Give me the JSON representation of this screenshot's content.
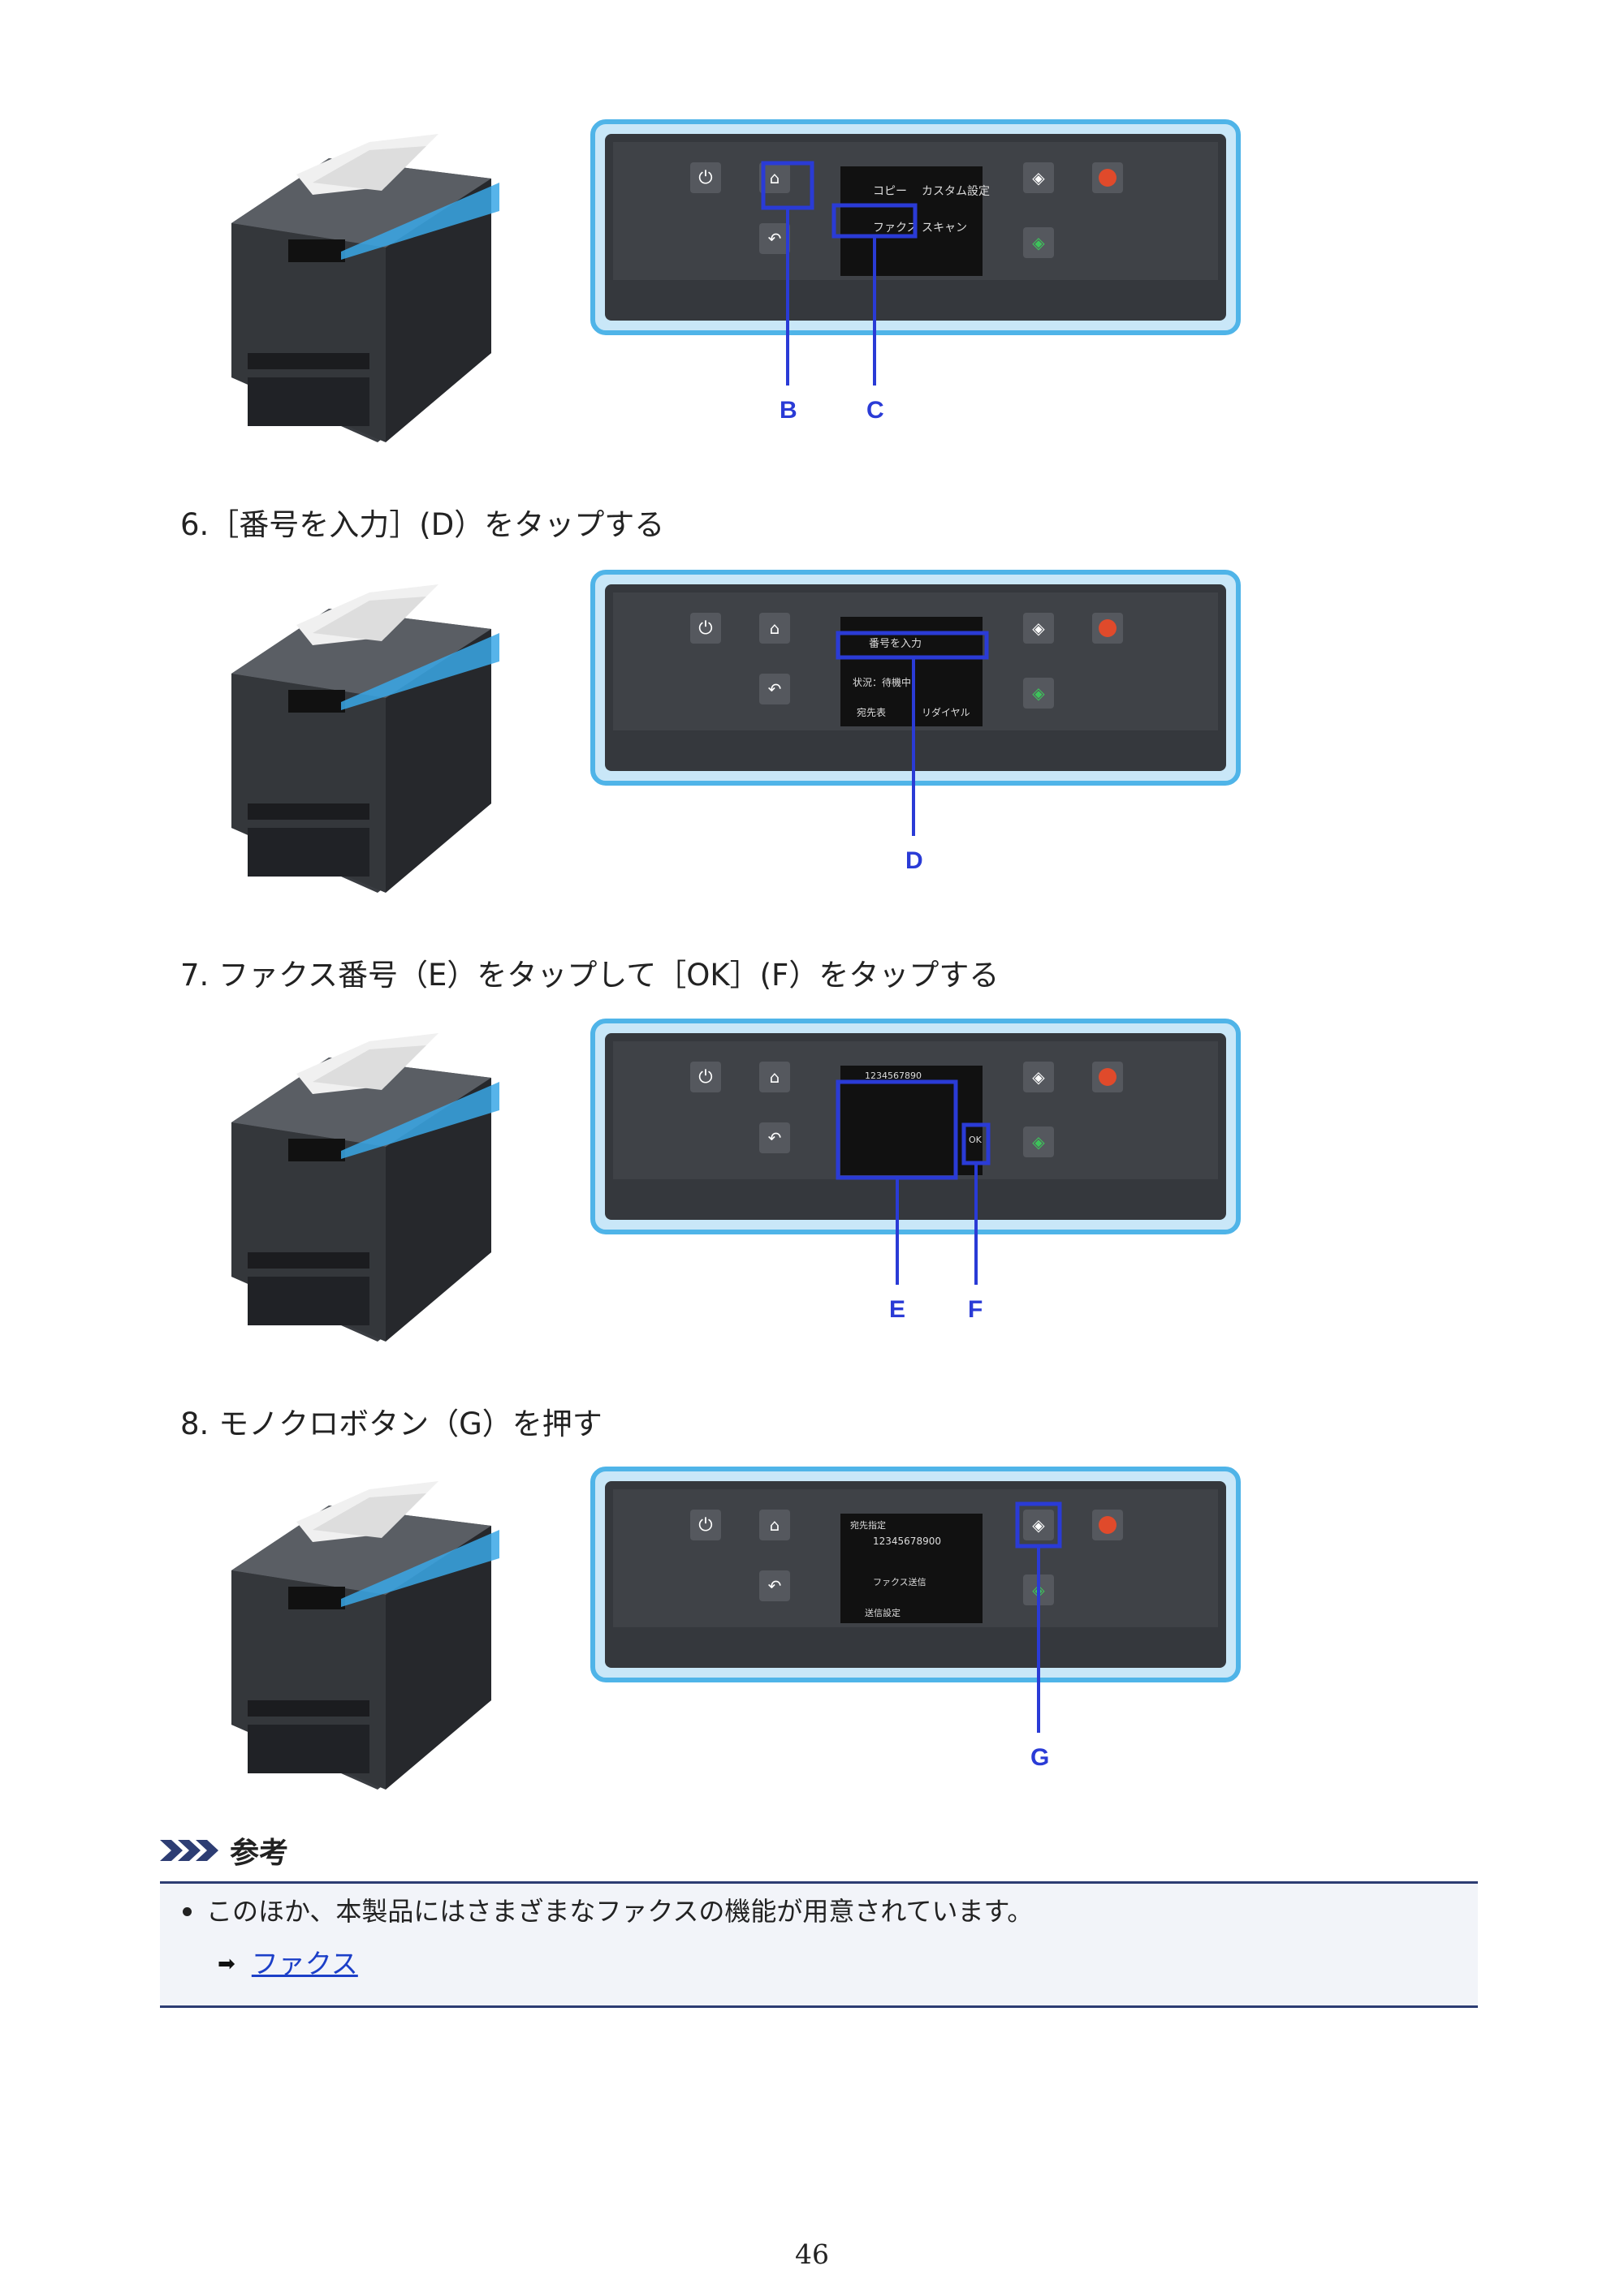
{
  "figures": {
    "fig_b": {
      "labels": [
        "B",
        "C"
      ],
      "screen": {
        "item_a": "コピー",
        "item_b": "カスタム設定",
        "item_c": "ファクス",
        "item_d": "スキャン"
      }
    },
    "fig_d": {
      "labels": [
        "D"
      ],
      "screen": {
        "item_a": "番号を入力",
        "item_b": "状況：待機中",
        "item_c": "宛先表",
        "item_d": "リダイヤル"
      }
    },
    "fig_ef": {
      "labels": [
        "E",
        "F"
      ],
      "screen": {
        "item_a": "1234567890",
        "item_b": "OK"
      }
    },
    "fig_g": {
      "labels": [
        "G"
      ],
      "screen": {
        "item_a": "宛先指定",
        "item_b": "12345678900",
        "item_c": "ファクス送信",
        "item_d": "送信設定"
      }
    }
  },
  "steps": {
    "step6": "6.［番号を入力］(D）をタップする",
    "step7": "7. ファクス番号（E）をタップして［OK］(F）をタップする",
    "step8": "8. モノクロボタン（G）を押す"
  },
  "note": {
    "title": "参考",
    "bullet": "このほか、本製品にはさまざまなファクスの機能が用意されています。",
    "link": "ファクス"
  },
  "page_number": "46",
  "colors": {
    "callout": "#2a3bd6",
    "panel_border": "#4fb4e8",
    "panel_fill": "#c9e7f8",
    "note_rule": "#2d3d73",
    "link": "#1c3fc8"
  },
  "icons": [
    "power-icon",
    "home-icon",
    "back-icon",
    "stop-icon",
    "color-start-icon",
    "mono-start-icon",
    "note-chevron-icon",
    "right-arrow-icon"
  ]
}
